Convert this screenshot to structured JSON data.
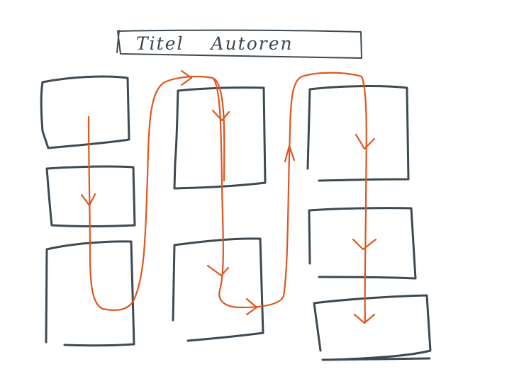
{
  "title": {
    "word1": "Titel",
    "word2": "Autoren"
  },
  "colors": {
    "box_ink": "#3d4a52",
    "flow_arrow": "#e0561f",
    "background": "#ffffff"
  },
  "columns": [
    {
      "boxes": 3
    },
    {
      "boxes": 2
    },
    {
      "boxes": 3
    }
  ]
}
